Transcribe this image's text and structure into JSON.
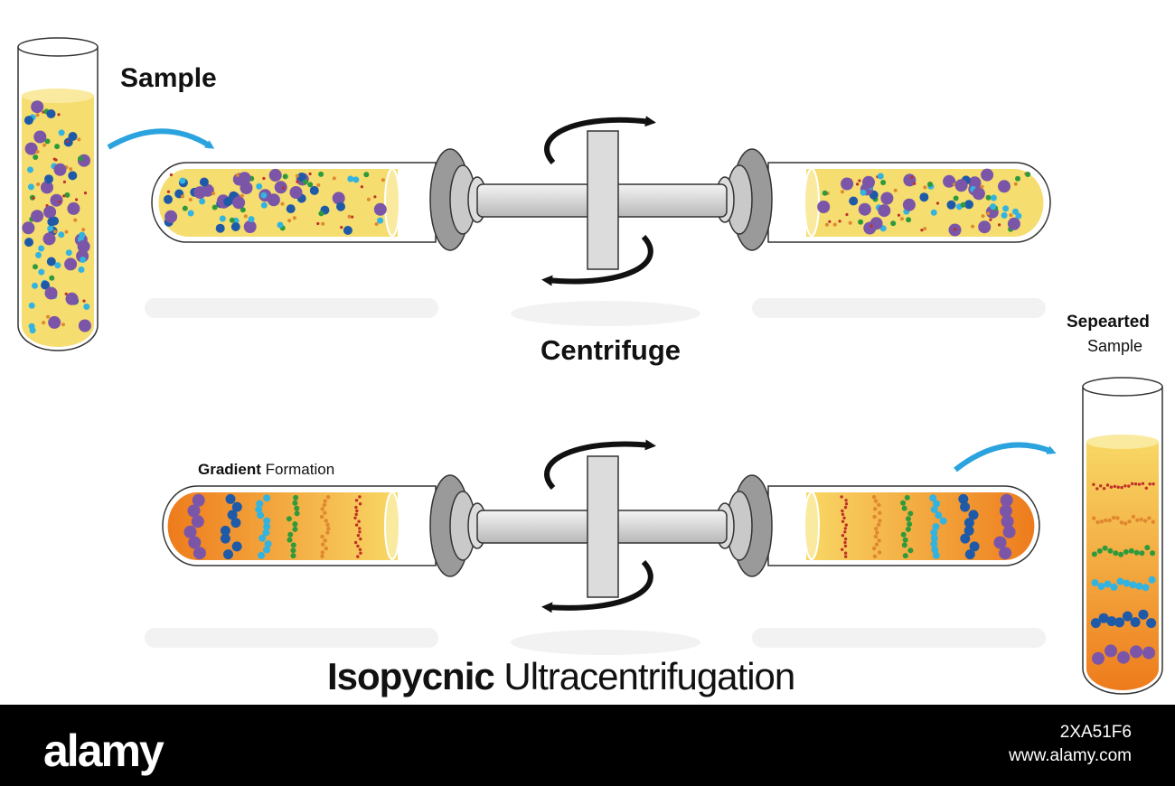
{
  "labels": {
    "sample": "Sample",
    "centrifuge": "Centrifuge",
    "gradient_bold": "Gradient",
    "gradient_plain": "Formation",
    "separated_bold": "Sepearted",
    "separated_plain": "Sample",
    "title_bold": "Isopycnic",
    "title_plain": "Ultracentrifugation"
  },
  "footer": {
    "brand": "alamy",
    "image_id": "2XA51F6",
    "site": "www.alamy.com"
  },
  "colors": {
    "liquid_yellow": "#f5dd70",
    "gradient_orange": "#f08a22",
    "particle_purple": "#7b55a8",
    "particle_blue": "#1f5aa8",
    "particle_cyan": "#33b3e0",
    "particle_green": "#2e9a3c",
    "particle_orange": "#e08830",
    "particle_red": "#c03028",
    "arrow_blue": "#2aa3de",
    "rotation_arrow": "#111111",
    "rotor_gray": "#d9d9d9"
  },
  "icons": {
    "transfer_arrow": "curved-arrow-icon",
    "rotation": "rotation-arrows-icon"
  }
}
